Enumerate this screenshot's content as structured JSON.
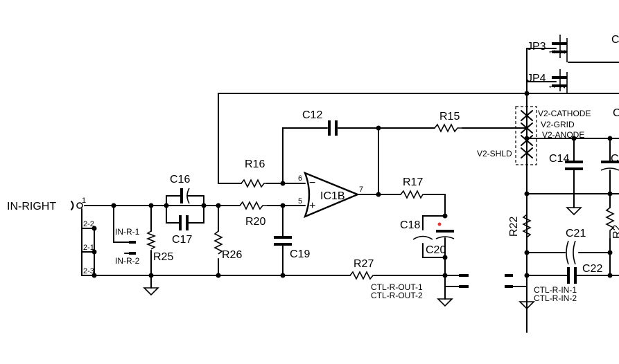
{
  "input": {
    "label": "IN-RIGHT",
    "pin1": "1"
  },
  "connector_pins": {
    "p22": "2-2",
    "p21": "2-1",
    "p23": "2-3"
  },
  "jumpers": {
    "inr1": "IN-R-1",
    "inr2": "IN-R-2"
  },
  "opamp": {
    "name": "IC1B",
    "pin_inv": "6",
    "pin_noninv": "5",
    "pin_out": "7",
    "minus": "−",
    "plus": "+"
  },
  "parts": {
    "c12": "C12",
    "r15": "R15",
    "r16": "R16",
    "c16": "C16",
    "c17": "C17",
    "r20": "R20",
    "r17": "R17",
    "c18": "C18",
    "c20": "C20",
    "c19": "C19",
    "r25": "R25",
    "r26": "R26",
    "r27": "R27",
    "jp3": "JP3",
    "jp4": "JP4",
    "c14": "C14",
    "r22": "R22",
    "c21": "C21",
    "c22": "C22"
  },
  "tube": {
    "cathode": "V2-CATHODE",
    "grid": "V2-GRID",
    "anode": "V2-ANODE",
    "shld": "V2-SHLD"
  },
  "outputs": {
    "out1": "CTL-R-OUT-1",
    "out2": "CTL-R-OUT-2",
    "in1": "CTL-R-IN-1",
    "in2": "CTL-R-IN-2"
  },
  "jp_pins": {
    "p1": "1",
    "p2": "2"
  },
  "clipped": {
    "c_top": "C",
    "c_mid": "C",
    "c_right": "C",
    "r_right": "R2"
  },
  "colors": {
    "ink": "#000000",
    "marker": "#e53935"
  }
}
